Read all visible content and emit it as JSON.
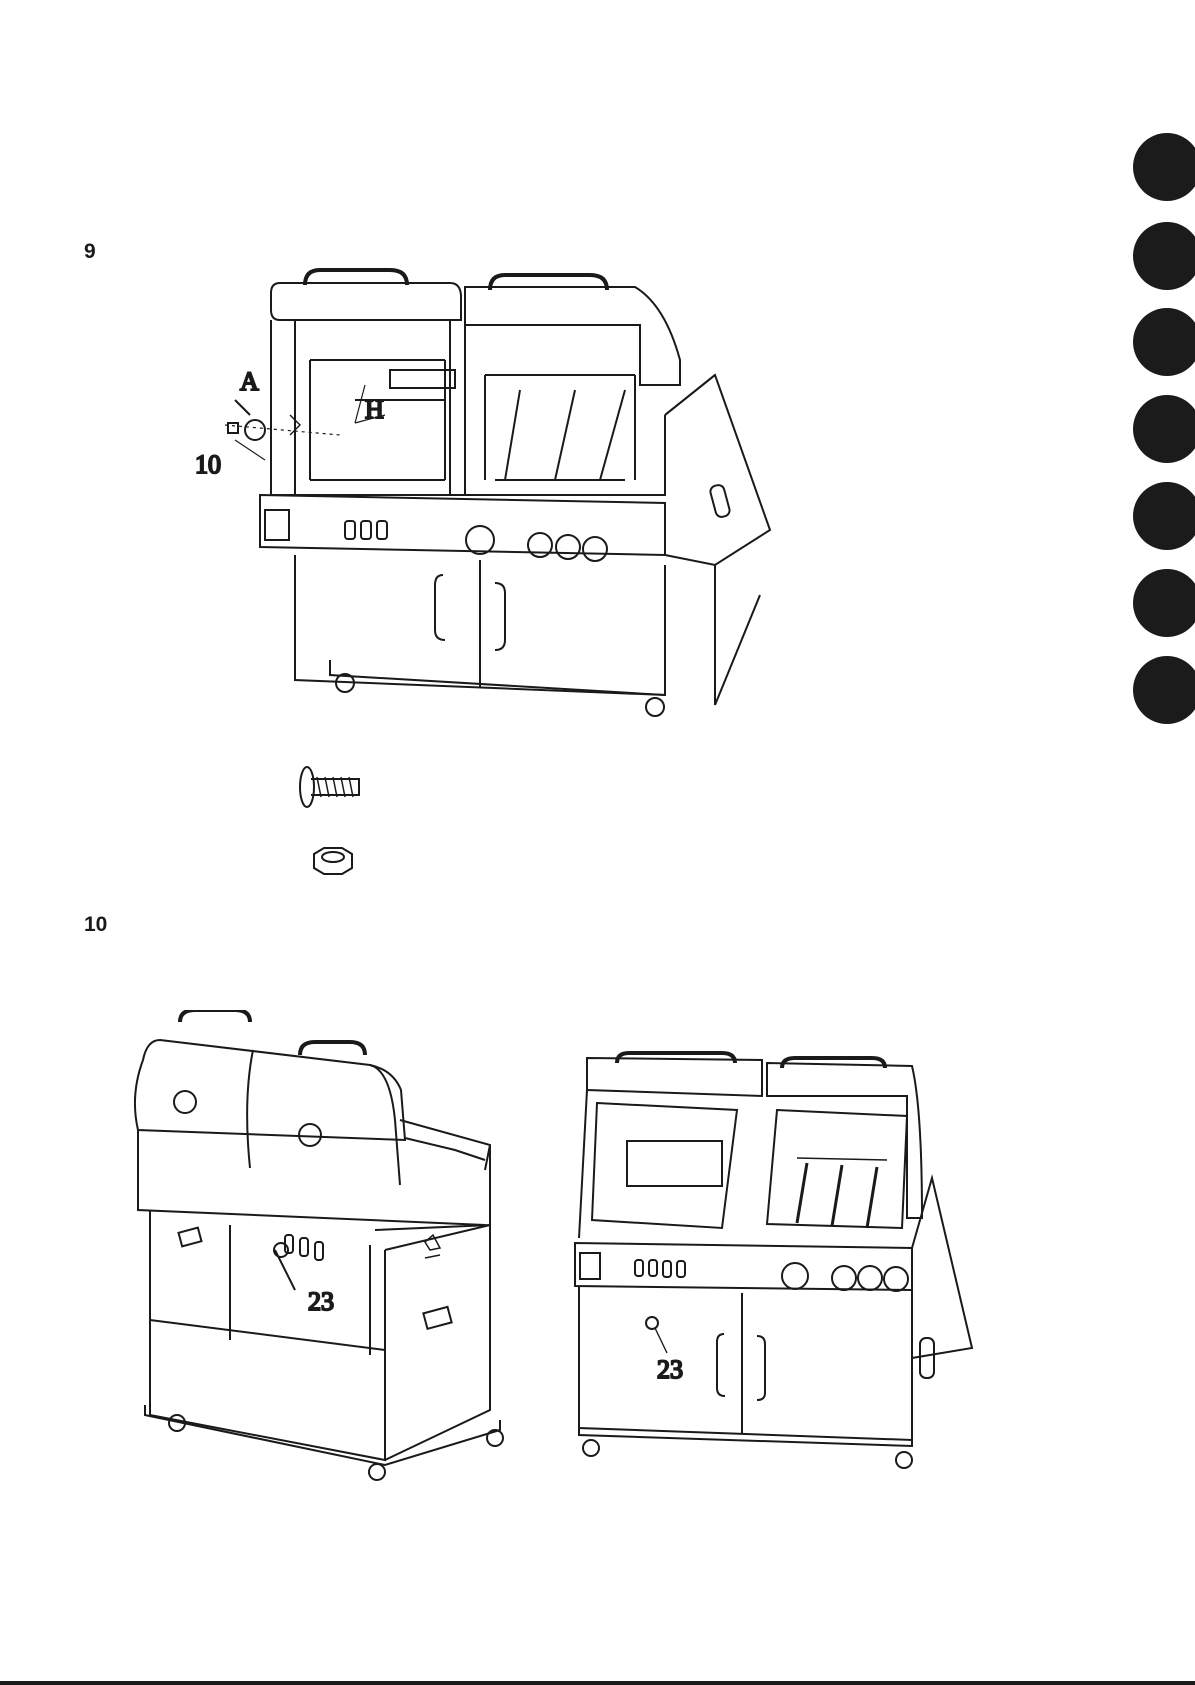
{
  "steps": [
    {
      "number": "9"
    },
    {
      "number": "10"
    }
  ],
  "labels": {
    "step9_part_A": "A",
    "step9_part_H": "H",
    "step9_part_10": "10",
    "step10_left_23": "23",
    "step10_right_23": "23"
  },
  "icons": {
    "bolt": "bolt-icon",
    "nut": "hex-nut-icon",
    "tab": "section-tab-marker"
  },
  "colors": {
    "ink": "#1a1a1a",
    "tab": "#1b1b1b",
    "background": "#ffffff"
  }
}
